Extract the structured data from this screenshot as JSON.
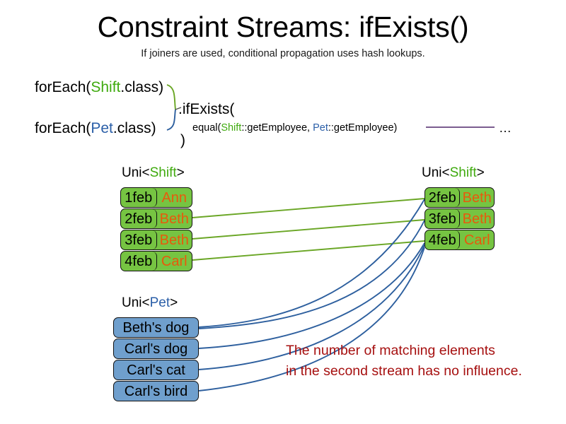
{
  "header": {
    "title": "Constraint Streams: ifExists()",
    "subtitle": "If joiners are used, conditional propagation uses hash lookups."
  },
  "code": {
    "forEach_shift": {
      "prefix": "forEach(",
      "type": "Shift",
      "suffix": ".class)"
    },
    "forEach_pet": {
      "prefix": "forEach(",
      "type": "Pet",
      "suffix": ".class)"
    },
    "ifExists_open": ".ifExists(",
    "equal": {
      "prefix": "equal(",
      "left_type": "Shift",
      "left_method": "::getEmployee, ",
      "right_type": "Pet",
      "right_method": "::getEmployee)"
    },
    "close_paren": ")",
    "ellipsis": "…"
  },
  "streams": {
    "left_shift": {
      "label_prefix": "Uni<",
      "label_type": "Shift",
      "label_suffix": ">",
      "rows": [
        {
          "date": "1feb",
          "employee": "Ann"
        },
        {
          "date": "2feb",
          "employee": "Beth"
        },
        {
          "date": "3feb",
          "employee": "Beth"
        },
        {
          "date": "4feb",
          "employee": "Carl"
        }
      ]
    },
    "right_shift": {
      "label_prefix": "Uni<",
      "label_type": "Shift",
      "label_suffix": ">",
      "rows": [
        {
          "date": "2feb",
          "employee": "Beth"
        },
        {
          "date": "3feb",
          "employee": "Beth"
        },
        {
          "date": "4feb",
          "employee": "Carl"
        }
      ]
    },
    "pets": {
      "label_prefix": "Uni<",
      "label_type": "Pet",
      "label_suffix": ">",
      "rows": [
        {
          "name": "Beth's dog"
        },
        {
          "name": "Carl's dog"
        },
        {
          "name": "Carl's cat"
        },
        {
          "name": "Carl's bird"
        }
      ]
    }
  },
  "annotation": {
    "line1": "The number of matching elements",
    "line2": "in the second stream has no influence."
  },
  "colors": {
    "shift_green": "#76c442",
    "pet_blue": "#6f9fcd",
    "name_orange": "#e8590c",
    "link_green": "#6aa625",
    "link_blue": "#2d5f9e",
    "joiner_purple": "#7b5d8f",
    "annotation_red": "#a61010",
    "type_green": "#3faa0e",
    "type_blue": "#2b5fa8"
  }
}
